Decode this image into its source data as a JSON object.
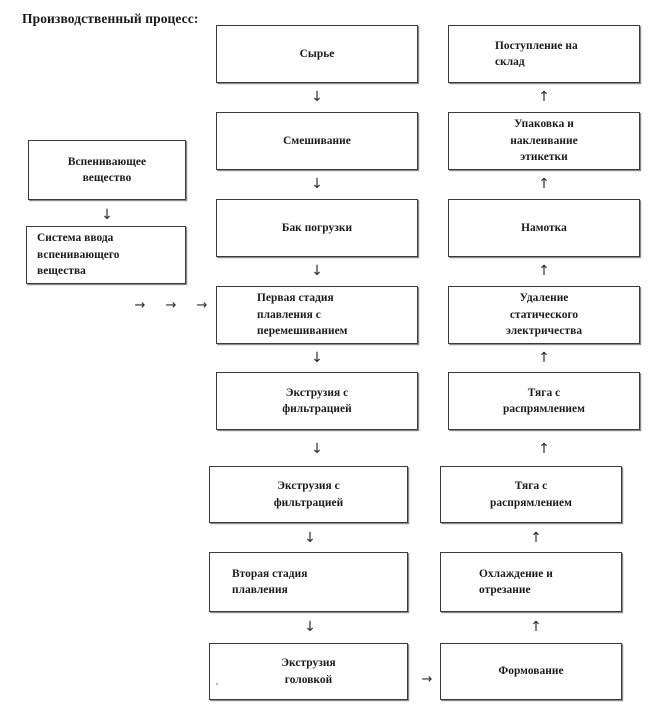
{
  "title": "Производственный процесс:",
  "theme": {
    "background": "#ffffff",
    "box_border": "#3a3a3a",
    "box_fill": "#ffffff",
    "text": "#1a1a1a",
    "arrow": "#2a2a2a",
    "shadow": "#8a8a8a"
  },
  "icons": {
    "arrow_down": "↓",
    "arrow_up": "↑",
    "arrow_right": "→"
  },
  "columns": {
    "left": {
      "name": "foaming-agent-column",
      "nodes": [
        {
          "id": "foaming-agent",
          "label": "Вспенивающее\nвещество",
          "align": "center"
        },
        {
          "id": "foaming-agent-feed-system",
          "label": "Система ввода\nвспенивающего\nвещества",
          "align": "left"
        }
      ]
    },
    "middle": {
      "name": "main-process-column",
      "nodes": [
        {
          "id": "raw-material",
          "label": "Сырье",
          "align": "center"
        },
        {
          "id": "mixing",
          "label": "Смешивание",
          "align": "center"
        },
        {
          "id": "loading-tank",
          "label": "Бак погрузки",
          "align": "center"
        },
        {
          "id": "first-melting-stage",
          "label": "Первая стадия\nплавления с\nперемешиванием",
          "align": "left"
        },
        {
          "id": "extrusion-filtration-1",
          "label": "Экструзия с\nфильтрацией",
          "align": "center"
        },
        {
          "id": "extrusion-filtration-2",
          "label": "Экструзия с\nфильтрацией",
          "align": "center"
        },
        {
          "id": "second-melting-stage",
          "label": "Вторая стадия\nплавления",
          "align": "left"
        },
        {
          "id": "die-extrusion",
          "label": "Экструзия\nголовкой",
          "align": "center"
        }
      ]
    },
    "right": {
      "name": "finishing-process-column",
      "nodes": [
        {
          "id": "warehouse-receipt",
          "label": "Поступление на\nсклад",
          "align": "left"
        },
        {
          "id": "packing-labeling",
          "label": "Упаковка и\nнаклеивание\nэтикетки",
          "align": "center"
        },
        {
          "id": "winding",
          "label": "Намотка",
          "align": "center"
        },
        {
          "id": "static-removal",
          "label": "Удаление\nстатического\nэлектричества",
          "align": "center"
        },
        {
          "id": "straightening-traction-1",
          "label": "Тяга с\nраспрямлением",
          "align": "center"
        },
        {
          "id": "straightening-traction-2",
          "label": "Тяга с\nраспрямлением",
          "align": "center"
        },
        {
          "id": "cooling-cutting",
          "label": "Охлаждение и\nотрезание",
          "align": "left"
        },
        {
          "id": "forming",
          "label": "Формование",
          "align": "center"
        }
      ]
    }
  },
  "connectors": {
    "left_vertical": [
      {
        "from": "foaming-agent",
        "to": "foaming-agent-feed-system",
        "direction": "down"
      }
    ],
    "left_horizontal": [
      {
        "direction": "right"
      },
      {
        "direction": "right"
      },
      {
        "direction": "right"
      }
    ],
    "middle_vertical": [
      {
        "from": "raw-material",
        "to": "mixing",
        "direction": "down"
      },
      {
        "from": "mixing",
        "to": "loading-tank",
        "direction": "down"
      },
      {
        "from": "loading-tank",
        "to": "first-melting-stage",
        "direction": "down"
      },
      {
        "from": "first-melting-stage",
        "to": "extrusion-filtration-1",
        "direction": "down"
      },
      {
        "from": "extrusion-filtration-1",
        "to": "extrusion-filtration-2",
        "direction": "down"
      },
      {
        "from": "extrusion-filtration-2",
        "to": "second-melting-stage",
        "direction": "down"
      },
      {
        "from": "second-melting-stage",
        "to": "die-extrusion",
        "direction": "down"
      }
    ],
    "right_vertical": [
      {
        "from": "packing-labeling",
        "to": "warehouse-receipt",
        "direction": "up"
      },
      {
        "from": "winding",
        "to": "packing-labeling",
        "direction": "up"
      },
      {
        "from": "static-removal",
        "to": "winding",
        "direction": "up"
      },
      {
        "from": "straightening-traction-1",
        "to": "static-removal",
        "direction": "up"
      },
      {
        "from": "straightening-traction-2",
        "to": "straightening-traction-1",
        "direction": "up"
      },
      {
        "from": "cooling-cutting",
        "to": "straightening-traction-2",
        "direction": "up"
      },
      {
        "from": "forming",
        "to": "cooling-cutting",
        "direction": "up"
      }
    ],
    "bottom_horizontal": [
      {
        "from": "die-extrusion",
        "to": "forming",
        "direction": "right"
      }
    ]
  }
}
